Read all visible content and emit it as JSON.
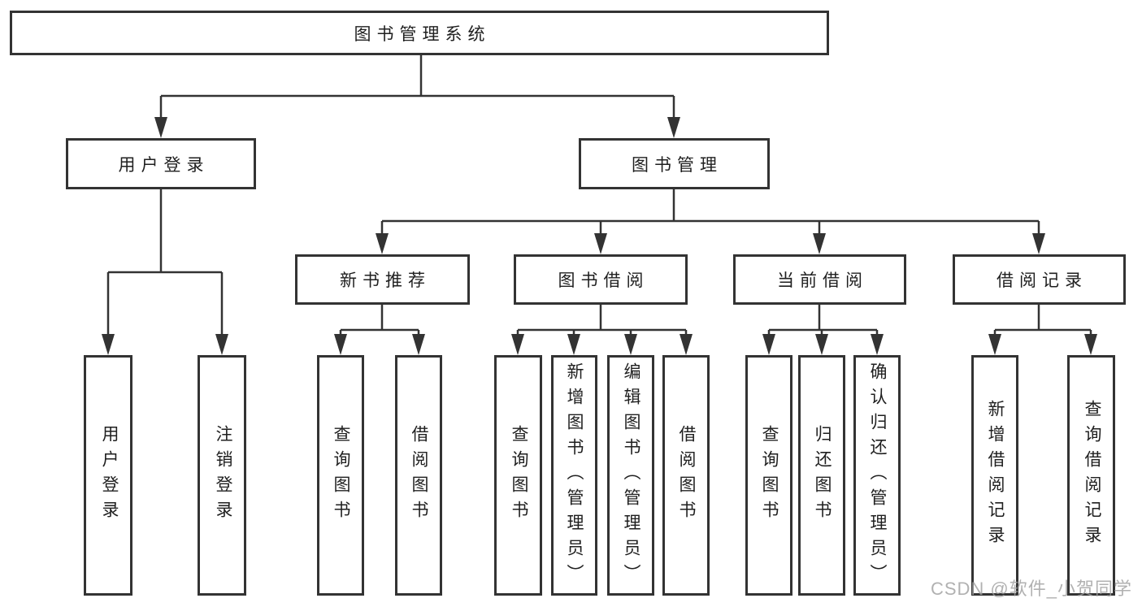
{
  "diagram": {
    "root": "图书管理系统",
    "level2": {
      "login": "用户登录",
      "management": "图书管理"
    },
    "level3": {
      "recommend": "新书推荐",
      "borrow": "图书借阅",
      "current": "当前借阅",
      "records": "借阅记录"
    },
    "leaves": {
      "login": [
        "用户登录",
        "注销登录"
      ],
      "recommend": [
        "查询图书",
        "借阅图书"
      ],
      "borrow": [
        "查询图书",
        "新增图书（管理员）",
        "编辑图书（管理员）",
        "借阅图书"
      ],
      "current": [
        "查询图书",
        "归还图书",
        "确认归还（管理员）"
      ],
      "records": [
        "新增借阅记录",
        "查询借阅记录"
      ]
    }
  },
  "watermark": {
    "text": "CSDN @软件_小贺同学",
    "color": "#a0a0a0"
  },
  "colors": {
    "line": "#333333",
    "text": "#1f1f1f",
    "background": "#ffffff"
  }
}
